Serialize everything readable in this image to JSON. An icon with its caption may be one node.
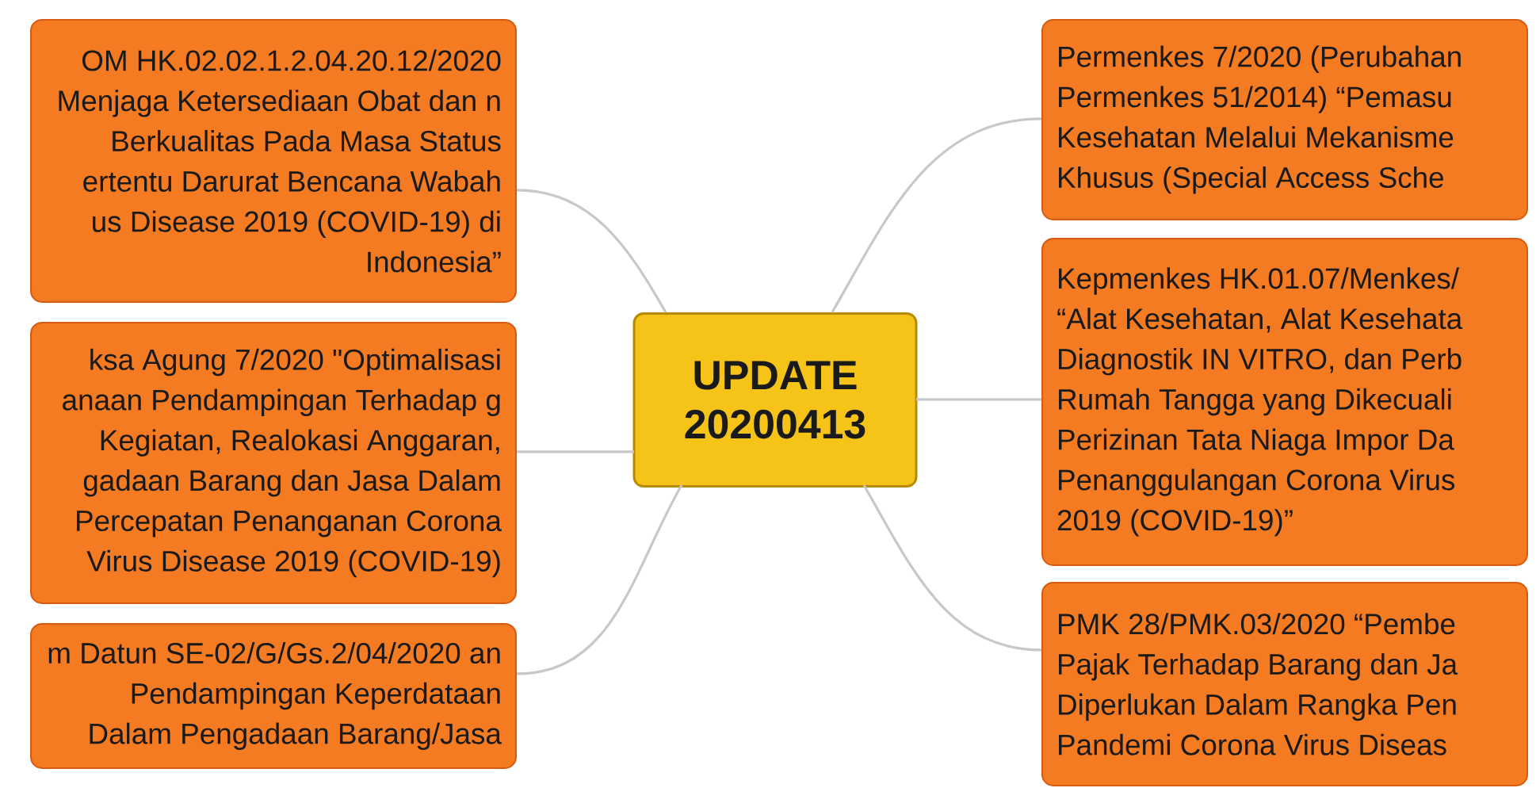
{
  "diagram": {
    "nodes": [
      {
        "text": [
          "OM HK.02.02.1.2.04.20.12/2020 Menjaga Ketersediaan Obat dan n Berkualitas Pada Masa Status ertentu Darurat Bencana Wabah us Disease 2019 (COVID-19) di Indonesia”"
        ]
      },
      {
        "text": [
          "ksa Agung 7/2020 \"Optimalisasi anaan Pendampingan Terhadap g Kegiatan, Realokasi Anggaran, gadaan Barang dan Jasa Dalam Percepatan Penanganan Corona Virus Disease 2019 (COVID-19)"
        ]
      },
      {
        "text": [
          "m Datun SE-02/G/Gs.2/04/2020 an Pendampingan Keperdataan Dalam Pengadaan Barang/Jasa"
        ]
      },
      {
        "text": [
          "UPDATE 20200413"
        ]
      },
      {
        "text": [
          "Permenkes 7/2020 (Perubahan Permenkes 51/2014) “Pemasu Kesehatan Melalui Mekanisme Khusus (Special Access Sche"
        ]
      },
      {
        "text": [
          "Kepmenkes HK.01.07/Menkes/ “Alat Kesehatan, Alat Kesehata Diagnostik IN VITRO, dan Perb Rumah Tangga yang Dikecuali Perizinan Tata Niaga Impor Da Penanggulangan Corona Virus 2019 (COVID-19)”"
        ]
      },
      {
        "text": [
          "PMK 28/PMK.03/2020 “Pembe Pajak Terhadap Barang dan Ja Diperlukan Dalam Rangka Pen Pandemi Corona Virus Diseas"
        ]
      }
    ],
    "edges": [
      {
        "from": 3,
        "to": 0,
        "arrow": "none"
      },
      {
        "from": 3,
        "to": 1,
        "arrow": "none"
      },
      {
        "from": 3,
        "to": 2,
        "arrow": "none"
      },
      {
        "from": 3,
        "to": 4,
        "arrow": "none"
      },
      {
        "from": 3,
        "to": 5,
        "arrow": "none"
      },
      {
        "from": 3,
        "to": 6,
        "arrow": "none"
      }
    ]
  }
}
